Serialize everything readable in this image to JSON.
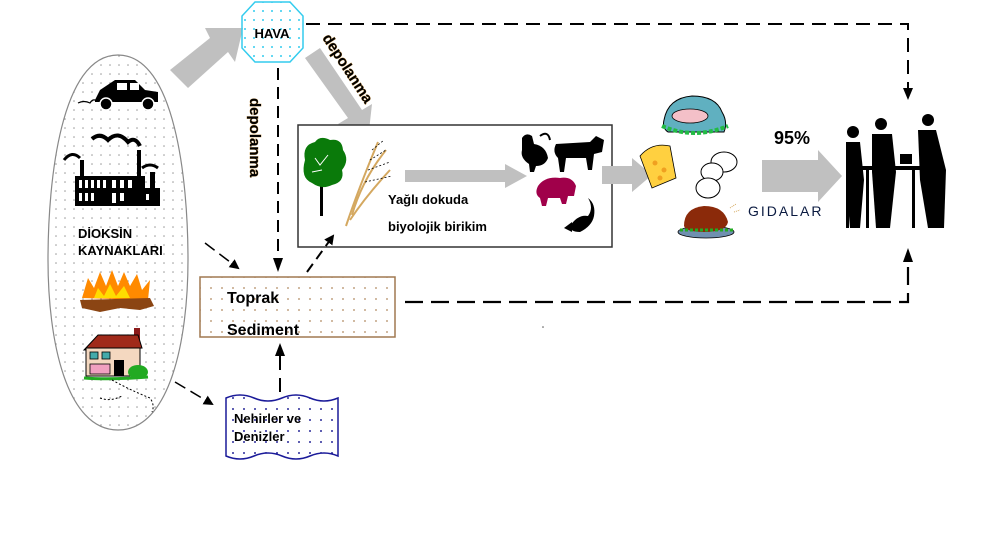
{
  "diagram": {
    "sources_label_line1": "DİOKSİN",
    "sources_label_line2": "KAYNAKLARI",
    "air_label": "HAVA",
    "deposition_label_vertical": "depolanma",
    "deposition_label_diagonal": "depolanma",
    "soil_label": "Toprak",
    "sediment_label": "Sediment",
    "water_label_line1": "Nehirler ve",
    "water_label_line2": "Denizler",
    "bioaccumulation_line1": "Yağlı dokuda",
    "bioaccumulation_line2": "biyolojik birikim",
    "foods_label": "GIDALAR",
    "percent_label": "95%",
    "icons": {
      "sources": [
        "car-icon",
        "factory-icon",
        "fire-icon",
        "house-icon"
      ],
      "plants": [
        "tree-icon",
        "wheat-icon"
      ],
      "animals": [
        "rooster-icon",
        "cow-icon",
        "pig-icon",
        "fish-icon"
      ],
      "foods": [
        "fish-platter-icon",
        "cheese-icon",
        "eggs-icon",
        "roast-chicken-icon"
      ],
      "consumers": "people-dining-icon"
    },
    "colors": {
      "air_border": "#33ccee",
      "soil_border": "#a07850",
      "water_border": "#1a1a99",
      "arrow_gray": "#c0c0c0",
      "pig": "#a0004a",
      "tree": "#0a7a0a",
      "foods_text": "#0a1a40"
    }
  }
}
